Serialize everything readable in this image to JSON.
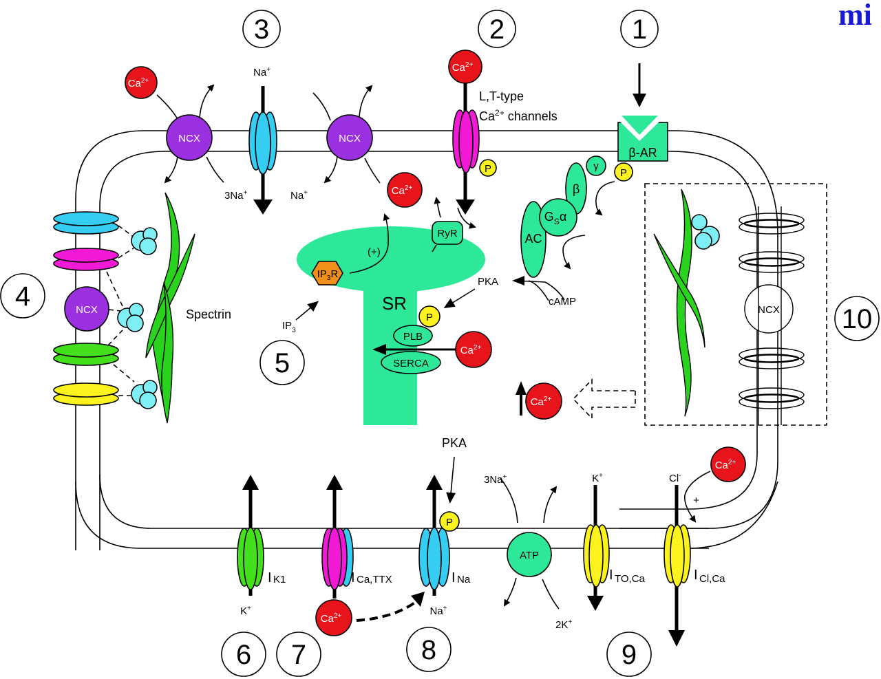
{
  "logo": {
    "text": "mi",
    "color": "#1a1ad6"
  },
  "colors": {
    "calcium": "#e8141c",
    "ncx": "#9b30e0",
    "sodium_channel": "#36cdf2",
    "calcium_channel": "#f21ad6",
    "potassium_channel": "#44e01e",
    "yellow_channel": "#fbf21e",
    "sr_green": "#2ee89a",
    "phosphate": "#fbf21e",
    "ip3r": "#f0901a",
    "ankyrin": "#7ef0f5",
    "spectrin": "#2ad41e"
  },
  "markers": [
    "1",
    "2",
    "3",
    "4",
    "5",
    "6",
    "7",
    "8",
    "9",
    "10"
  ],
  "ions": {
    "ca": "Ca",
    "ca_sup": "2+",
    "na": "Na",
    "na3": "3Na",
    "k": "K",
    "k2": "2K",
    "cl": "Cl",
    "plus_sup": "+",
    "minus_sup": "-"
  },
  "top": {
    "ncx_left": "NCX",
    "ncx_right": "NCX",
    "na_out_label": "Na",
    "na_in_3": "3Na",
    "na_in": "Na",
    "lt_type_line1": "L,T-type",
    "lt_type_line2_pre": "Ca",
    "lt_type_line2_post": " channels",
    "beta_ar": "β-AR",
    "phosphate": "P"
  },
  "signaling": {
    "gamma": "γ",
    "beta": "β",
    "gs_alpha_g": "G",
    "gs_alpha_s": "S",
    "gs_alpha_a": "α",
    "ac": "AC",
    "camp": "cAMP",
    "pka": "PKA",
    "phosphate": "P"
  },
  "sr": {
    "label": "SR",
    "ryr": "RyR",
    "ip3r_pre": "IP",
    "ip3r_sub": "3",
    "ip3r_post": "R",
    "ip3_pre": "IP",
    "ip3_sub": "3",
    "plus": "(+)",
    "plb": "PLB",
    "serca": "SERCA",
    "phosphate": "P"
  },
  "left": {
    "ncx": "NCX",
    "spectrin": "Spectrin"
  },
  "right_box": {
    "ncx": "NCX"
  },
  "bottom": {
    "ik1": "K1",
    "ica_ttx": "Ca,TTX",
    "ina": "Na",
    "ito_ca": "TO,Ca",
    "icl_ca": "Cl,Ca",
    "current_prefix": "I",
    "pka": "PKA",
    "atp": "ATP",
    "phosphate": "P",
    "plus": "+"
  }
}
